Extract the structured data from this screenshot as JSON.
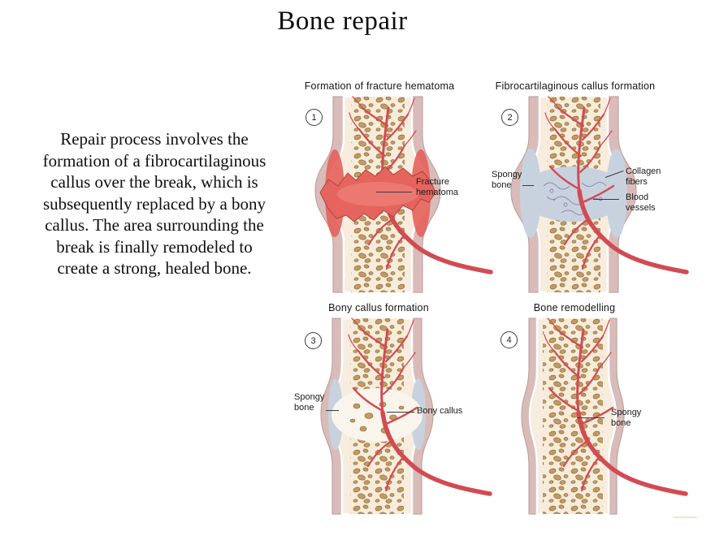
{
  "slide": {
    "title": "Bone repair",
    "body_lines": [
      "Repair process involves the",
      "formation of a fibrocartilaginous",
      "callus over the break, which is",
      "subsequently replaced by a bony",
      "callus. The area surrounding the",
      "break is finally remodeled to",
      "create a strong, healed bone."
    ]
  },
  "figure": {
    "panels": [
      {
        "step": "1",
        "title": "Formation of fracture hematoma",
        "labels": [
          "Fracture hematoma"
        ]
      },
      {
        "step": "2",
        "title": "Fibrocartilaginous callus formation",
        "labels": [
          "Spongy bone",
          "Collagen fibers",
          "Blood vessels"
        ]
      },
      {
        "step": "3",
        "title": "Bony callus formation",
        "labels": [
          "Spongy bone",
          "Bony callus"
        ]
      },
      {
        "step": "4",
        "title": "Bone remodelling",
        "labels": [
          "Spongy bone"
        ]
      }
    ]
  },
  "colors": {
    "cortex": "#d9bcb9",
    "cream": "#f8ecdf",
    "spongy": "#c49a62",
    "spongy_bg": "#f7ecd9",
    "hematoma": "#e5645d",
    "cartilage": "#c7d2de",
    "vessel": "#d24b52"
  }
}
